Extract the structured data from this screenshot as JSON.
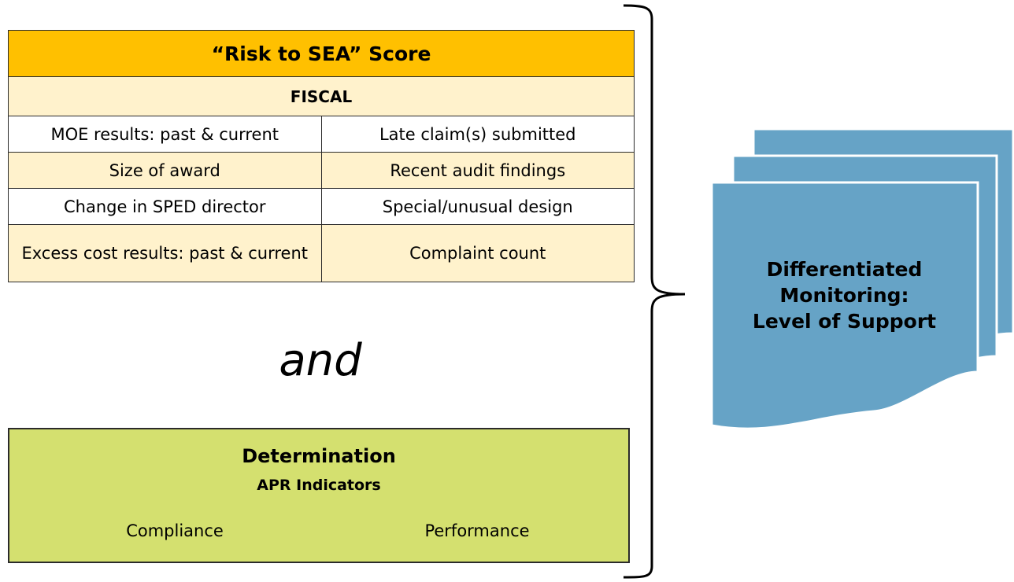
{
  "risk_table": {
    "title": "“Risk to SEA” Score",
    "section": "FISCAL",
    "rows": [
      [
        "MOE results: past & current",
        "Late claim(s) submitted"
      ],
      [
        "Size of award",
        "Recent audit findings"
      ],
      [
        "Change in SPED director",
        "Special/unusual design"
      ],
      [
        "Excess cost results: past & current",
        "Complaint count"
      ]
    ]
  },
  "connector": "and",
  "determination": {
    "title": "Determination",
    "subtitle": "APR Indicators",
    "left": "Compliance",
    "right": "Performance"
  },
  "output": {
    "lines": [
      "Differentiated",
      "Monitoring:",
      "Level of Support"
    ]
  },
  "colors": {
    "title_fill": "#ffc000",
    "section_fill": "#fff2cc",
    "determination_fill": "#d4e06f",
    "doc_fill": "#66a3c6"
  }
}
